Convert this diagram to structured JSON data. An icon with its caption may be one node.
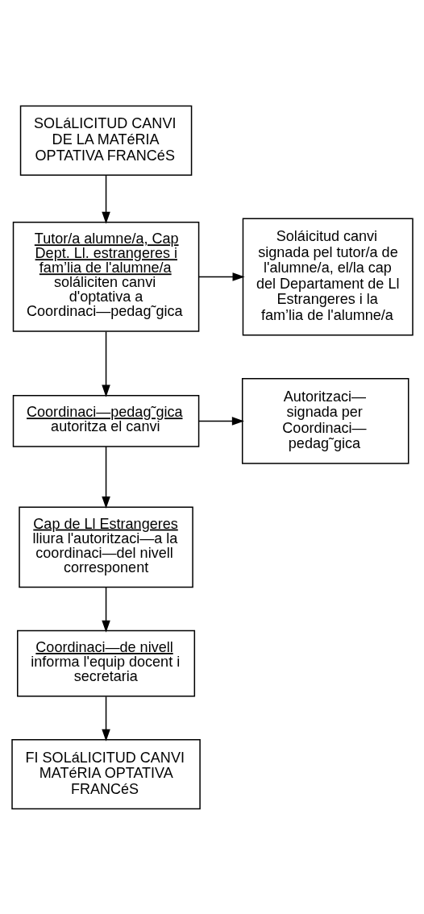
{
  "diagram": {
    "nodes": [
      {
        "text": [
          "SOLáLICITUD CANVI DE LA MATéRIA OPTATIVA FRANCéS"
        ]
      },
      {
        "text": [
          "Tutor/a alumne/a, Cap Dept. Ll. estrangeres i fam’lia de l'alumne/a",
          "soláliciten canvi d'optativa a Coordinaci—pedag˜gica"
        ]
      },
      {
        "text": [
          "Soláicitud canvi signada pel tutor/a de l'alumne/a, el/la cap del Departament de Ll Estrangeres i la fam’lia de l'alumne/a"
        ]
      },
      {
        "text": [
          "Coordinaci—pedag˜gica",
          "autoritza el canvi"
        ]
      },
      {
        "text": [
          "Autoritzaci— signada per Coordinaci— pedag˜gica"
        ]
      },
      {
        "text": [
          "Cap de Ll Estrangeres",
          "lliura l'autoritzaci—a la coordinaci—del nivell corresponent"
        ]
      },
      {
        "text": [
          "Coordinaci—de nivell",
          "informa l'equip docent i secretaria"
        ]
      },
      {
        "text": [
          "FI SOLáLICITUD CANVI MATéRIA OPTATIVA FRANCéS"
        ]
      }
    ],
    "edges": [
      {
        "from": 0,
        "to": 1,
        "arrow": "to"
      },
      {
        "from": 1,
        "to": 2,
        "arrow": "to"
      },
      {
        "from": 1,
        "to": 3,
        "arrow": "to"
      },
      {
        "from": 3,
        "to": 4,
        "arrow": "to"
      },
      {
        "from": 3,
        "to": 5,
        "arrow": "to"
      },
      {
        "from": 5,
        "to": 6,
        "arrow": "to"
      },
      {
        "from": 6,
        "to": 7,
        "arrow": "to"
      }
    ]
  }
}
